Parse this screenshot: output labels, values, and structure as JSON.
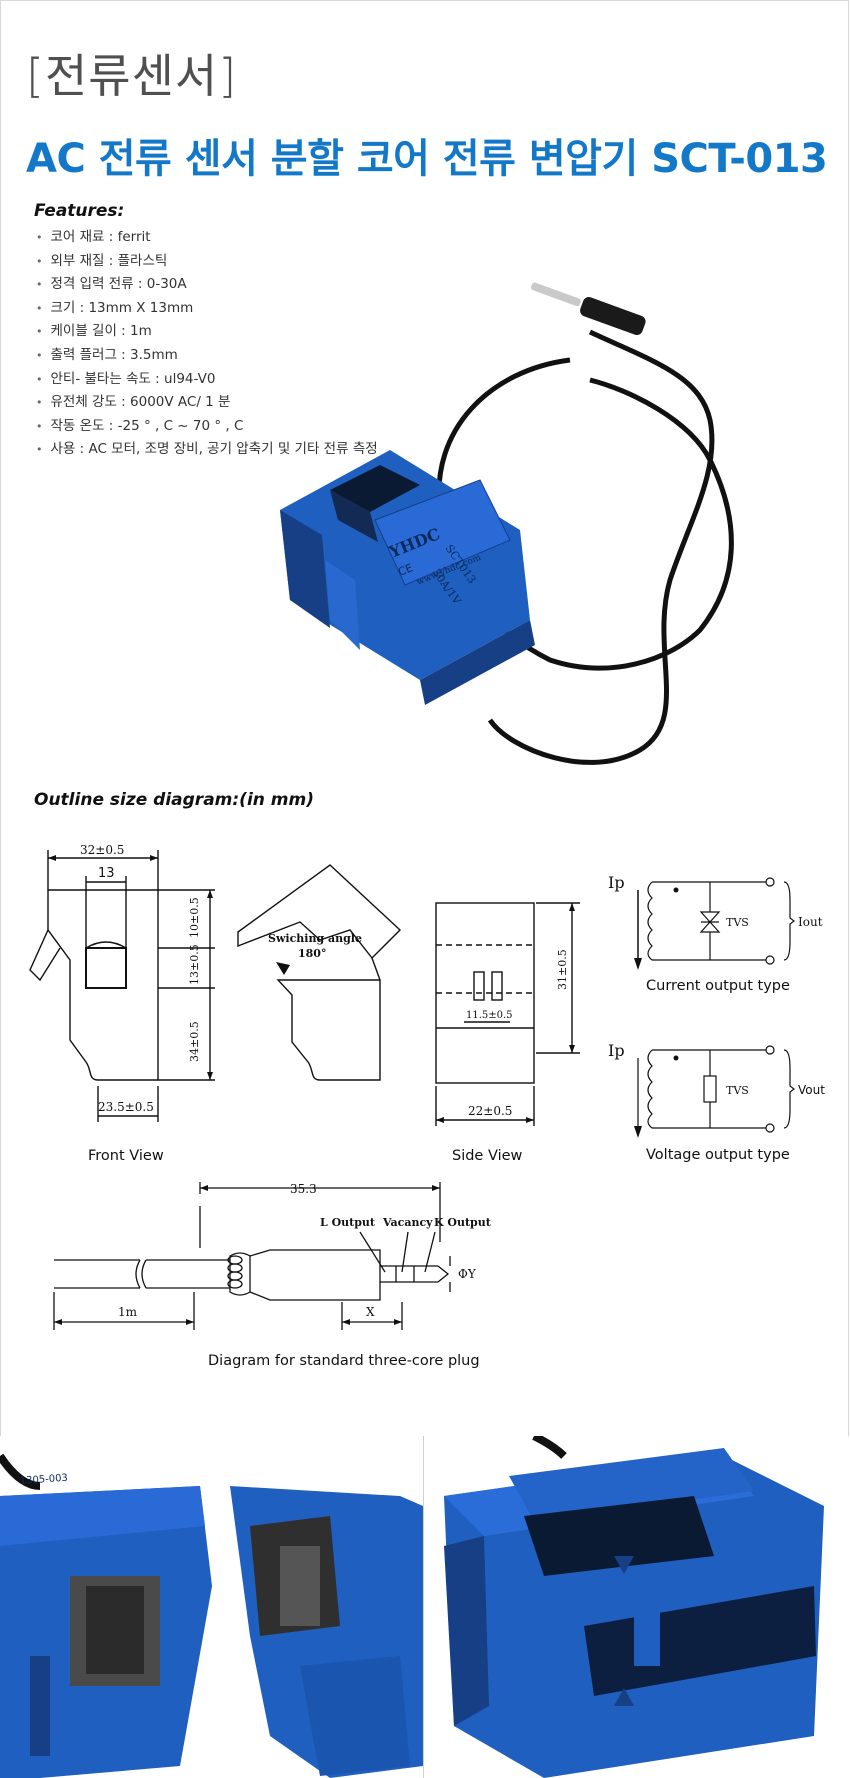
{
  "header": {
    "bracket_title": "[전류센서]",
    "main_title": "AC 전류 센서 분할 코어 전류 변압기 SCT-013"
  },
  "features": {
    "heading": "Features:",
    "items": [
      "코어 재료 : ferrit",
      "외부 재질 : 플라스틱",
      "정격 입력 전류 : 0-30A",
      "크기 : 13mm X 13mm",
      "케이블 길이 : 1m",
      "출력 플러그 : 3.5mm",
      "안티- 불타는 속도 : ul94-V0",
      "유전체 강도 : 6000V AC/ 1 분",
      "작동 온도 : -25 ° , C ~ 70 ° , C",
      "사용 : AC 모터, 조명 장비, 공기 압축기 및 기타 전류 측정"
    ]
  },
  "product_label": {
    "brand": "YHDC",
    "ce": "CE",
    "model": "SCT013",
    "rating": "30A/1V",
    "url": "www.yhdc.com"
  },
  "outline": {
    "heading": "Outline size diagram:(in mm)",
    "front_view": {
      "caption": "Front View",
      "dim_top": "32±0.5",
      "dim_inner": "13",
      "dim_right_top": "10±0.5",
      "dim_right_mid": "13±0.5",
      "dim_right_bottom": "34±0.5",
      "dim_bottom": "23.5±0.5"
    },
    "switching": {
      "label": "Swiching angle",
      "angle": "180°"
    },
    "side_view": {
      "caption": "Side View",
      "dim_height": "31±0.5",
      "dim_inner": "11.5±0.5",
      "dim_bottom": "22±0.5"
    },
    "current_output": {
      "caption": "Current output type",
      "ip": "Ip",
      "tvs": "TVS",
      "out": "Iout"
    },
    "voltage_output": {
      "caption": "Voltage output type",
      "ip": "Ip",
      "tvs": "TVS",
      "out": "Vout"
    },
    "plug": {
      "caption": "Diagram for standard three-core plug",
      "dim_length": "35.3",
      "label_l": "L Output",
      "label_vacancy": "Vacancy",
      "label_k": "K Output",
      "dim_phi": "ΦY",
      "dim_x": "X",
      "dim_cable": "1m"
    }
  },
  "photos": {
    "left_label": "1305-003"
  },
  "colors": {
    "title_blue": "#1478c8",
    "sensor_blue": "#1f5fbf",
    "sensor_dark": "#173f86"
  }
}
